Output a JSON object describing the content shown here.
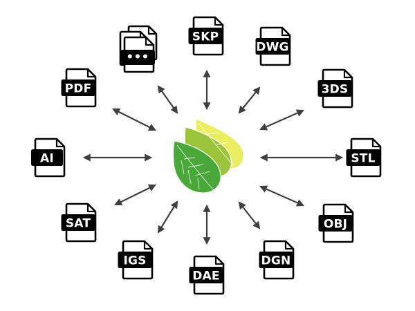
{
  "diagram": {
    "hub_icon": "leaf-logo-icon",
    "hub_colors": {
      "front_leaf": "#4aa83a",
      "middle_leaf": "#9cc43a",
      "back_leaf": "#ecee62"
    },
    "icon_color": "#000000",
    "arrow_color": "#3f3f3f",
    "formats": [
      {
        "id": "skp",
        "label": "SKP"
      },
      {
        "id": "dwg",
        "label": "DWG"
      },
      {
        "id": "3ds",
        "label": "3DS"
      },
      {
        "id": "stl",
        "label": "STL"
      },
      {
        "id": "obj",
        "label": "OBJ"
      },
      {
        "id": "dgn",
        "label": "DGN"
      },
      {
        "id": "dae",
        "label": "DAE"
      },
      {
        "id": "igs",
        "label": "IGS"
      },
      {
        "id": "sat",
        "label": "SAT"
      },
      {
        "id": "ai",
        "label": "AI"
      },
      {
        "id": "pdf",
        "label": "PDF"
      },
      {
        "id": "more",
        "label": "•••",
        "icon": "multiple-files-icon"
      }
    ]
  }
}
